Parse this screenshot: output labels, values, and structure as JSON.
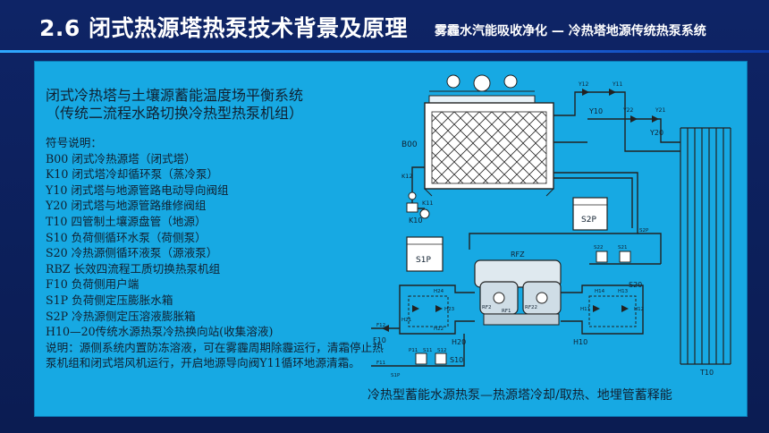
{
  "header": {
    "title": "2.6  闭式热源塔热泵技术背景及原理",
    "subtitle": "雾霾水汽能吸收净化 — 冷热塔地源传统热泵系统"
  },
  "panel": {
    "title_line1": "闭式冷热塔与土壤源蓄能温度场平衡系统",
    "title_line2": "（传统二流程水路切换冷热型热泵机组）",
    "legend_heading": "符号说明：",
    "legend_items": [
      "B00  闭式冷热源塔（闭式塔）",
      "K10  闭式塔冷却循环泵（蒸冷泵）",
      "Y10  闭式塔与地源管路电动导向阀组",
      "Y20  闭式塔与地源管路维修阀组",
      "T10  四管制土壤源盘管（地源）",
      "S10  负荷侧循环水泵（荷侧泵）",
      "S20  冷热源侧循环液泵（源液泵）",
      "RBZ  长效四流程工质切换热泵机组",
      "F10  负荷侧用户端",
      "S1P  负荷侧定压膨胀水箱",
      "S2P  冷热源侧定压溶液膨胀箱",
      "H10—20传统水源热泵冷热换向站(收集溶液)"
    ],
    "note": "说明：源侧系统内置防冻溶液，可在雾霾周期除霾运行，清霜停止热泵机组和闭式塔风机运行，开启地源导向阀Y11循环地源清霜。",
    "caption": "冷热型蓄能水源热泵—热源塔冷却/取热、地埋管蓄释能"
  },
  "diagram": {
    "labels": {
      "b00": "B00",
      "k12": "K12",
      "k11": "K11",
      "k10": "K10",
      "y12": "Y12",
      "y11": "Y11",
      "y10": "Y10",
      "y22": "Y22",
      "y21": "Y21",
      "y20": "Y20",
      "s2p": "S2P",
      "s2p_small": "S2P",
      "s1p": "S1P",
      "rfz": "RFZ",
      "s22": "S22",
      "s21": "S21",
      "s20": "S20",
      "h14": "H14",
      "h13": "H13",
      "h11": "H11",
      "h12": "H12",
      "h10": "H10",
      "h24": "H24",
      "h21": "H21",
      "h23": "H23",
      "h22": "H22",
      "h20": "H20",
      "rf2": "RF2",
      "rf1": "RF1",
      "rf22": "RF22",
      "f12": "F12",
      "f11": "F11",
      "f10": "F10",
      "p11": "P11",
      "s1p_small": "S1P",
      "s11": "S11",
      "s12": "S12",
      "s10": "S10",
      "t10": "T10"
    }
  },
  "colors": {
    "header_bg": "#0e2466",
    "header_rule": "#2ea8ff",
    "panel_bg": "#17a9e3",
    "line": "#1a1a1a",
    "tower_fill": "#ffffff"
  }
}
